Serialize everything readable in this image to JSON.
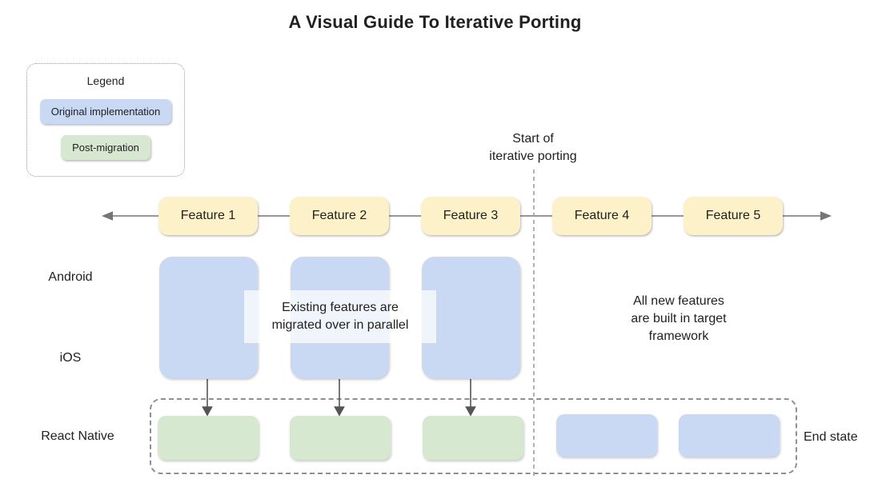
{
  "title": "A Visual Guide To Iterative Porting",
  "legend": {
    "title": "Legend",
    "items": [
      {
        "label": "Original implementation",
        "color": "#c9d9f4"
      },
      {
        "label": "Post-migration",
        "color": "#d7e8d0"
      }
    ]
  },
  "colors": {
    "feature_box": "#fcf1c9",
    "original_implementation": "#c9d9f4",
    "post_migration": "#d7e8d0",
    "axis_line": "#757575",
    "arrow": "#555555",
    "dashed_line": "#9e9e9e"
  },
  "timeline": {
    "features": [
      {
        "label": "Feature 1"
      },
      {
        "label": "Feature 2"
      },
      {
        "label": "Feature 3"
      },
      {
        "label": "Feature 4"
      },
      {
        "label": "Feature 5"
      }
    ]
  },
  "platform_rows": [
    {
      "label": "Android"
    },
    {
      "label": "iOS"
    },
    {
      "label": "React Native"
    }
  ],
  "annotations": {
    "start_of_porting": "Start of\niterative porting",
    "existing_features": "Existing features are\nmigrated over in parallel",
    "new_features": "All new features\nare built in target\nframework",
    "end_state": "End state"
  }
}
